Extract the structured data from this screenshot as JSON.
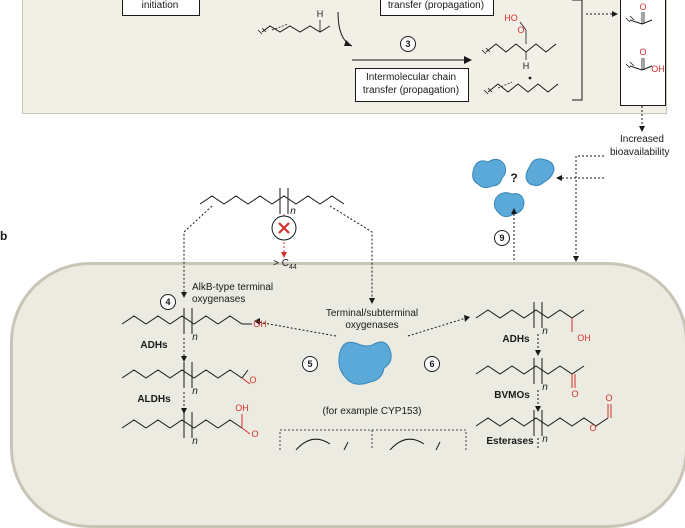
{
  "panel_a": {
    "initiation_label": "initiation",
    "propagation_top_label": "transfer (propagation)",
    "step3": "3",
    "intermolecular_label_line1": "Intermolecular chain",
    "intermolecular_label_line2": "transfer (propagation)",
    "h_label": "H",
    "ho_label": "HO",
    "o_label": "O",
    "oh_label": "OH"
  },
  "bioavailability": {
    "line1": "Increased",
    "line2": "bioavailability",
    "question": "?"
  },
  "panel_b": {
    "letter": "b",
    "step9": "9",
    "n_label": "n",
    "c44_prefix": "> C",
    "c44_sub": "44",
    "step4": "4",
    "alkb_line1": "AlkB-type terminal",
    "alkb_line2": "oxygenases",
    "enzyme_adhs_left": "ADHs",
    "enzyme_aldhs": "ALDHs",
    "step5": "5",
    "step6": "6",
    "terminal_line1": "Terminal/subterminal",
    "terminal_line2": "oxygenases",
    "example": "(for example CYP153)",
    "enzyme_adhs_right": "ADHs",
    "enzyme_bvmos": "BVMOs",
    "enzyme_esterases": "Esterases",
    "oh_label": "OH",
    "o_label": "O"
  },
  "colors": {
    "panel_bg": "#f1efe6",
    "cell_bg": "#ecebe2",
    "enzyme_blue": "#5aa9d8",
    "enzyme_dark": "#3a86b8",
    "accent_red": "#d6322e"
  }
}
